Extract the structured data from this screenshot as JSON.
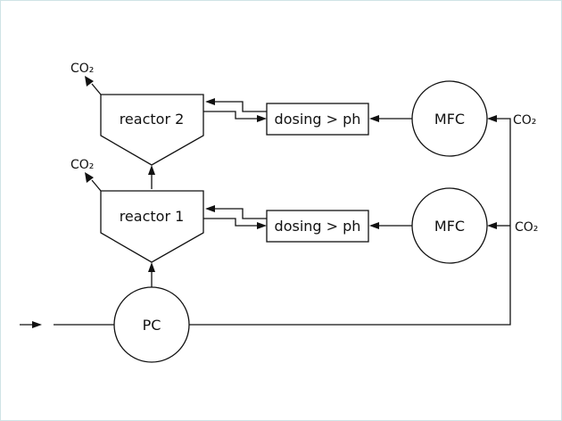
{
  "diagram": {
    "nodes": {
      "reactor_2": "reactor 2",
      "reactor_1": "reactor 1",
      "dosing_top": "dosing > ph",
      "dosing_bottom": "dosing > ph",
      "mfc_top": "MFC",
      "mfc_bottom": "MFC",
      "pc": "PC"
    },
    "gas_labels": {
      "reactor_2_out": "CO₂",
      "reactor_1_out": "CO₂",
      "mfc_top_in": "CO₂",
      "mfc_bottom_in": "CO₂"
    },
    "edges": [
      {
        "from": "feed",
        "to": "pc"
      },
      {
        "from": "pc",
        "to": "reactor_1"
      },
      {
        "from": "reactor_1",
        "to": "reactor_2"
      },
      {
        "from": "pc",
        "to": "co2_supply"
      },
      {
        "from": "co2_supply",
        "to": "mfc_bottom"
      },
      {
        "from": "co2_supply",
        "to": "mfc_top"
      },
      {
        "from": "mfc_bottom",
        "to": "dosing_bottom"
      },
      {
        "from": "mfc_top",
        "to": "dosing_top"
      },
      {
        "from": "dosing_bottom",
        "to": "reactor_1"
      },
      {
        "from": "reactor_1",
        "to": "dosing_bottom"
      },
      {
        "from": "dosing_top",
        "to": "reactor_2"
      },
      {
        "from": "reactor_2",
        "to": "dosing_top"
      },
      {
        "from": "reactor_1",
        "to": "co2_vent_1"
      },
      {
        "from": "reactor_2",
        "to": "co2_vent_2"
      }
    ]
  }
}
